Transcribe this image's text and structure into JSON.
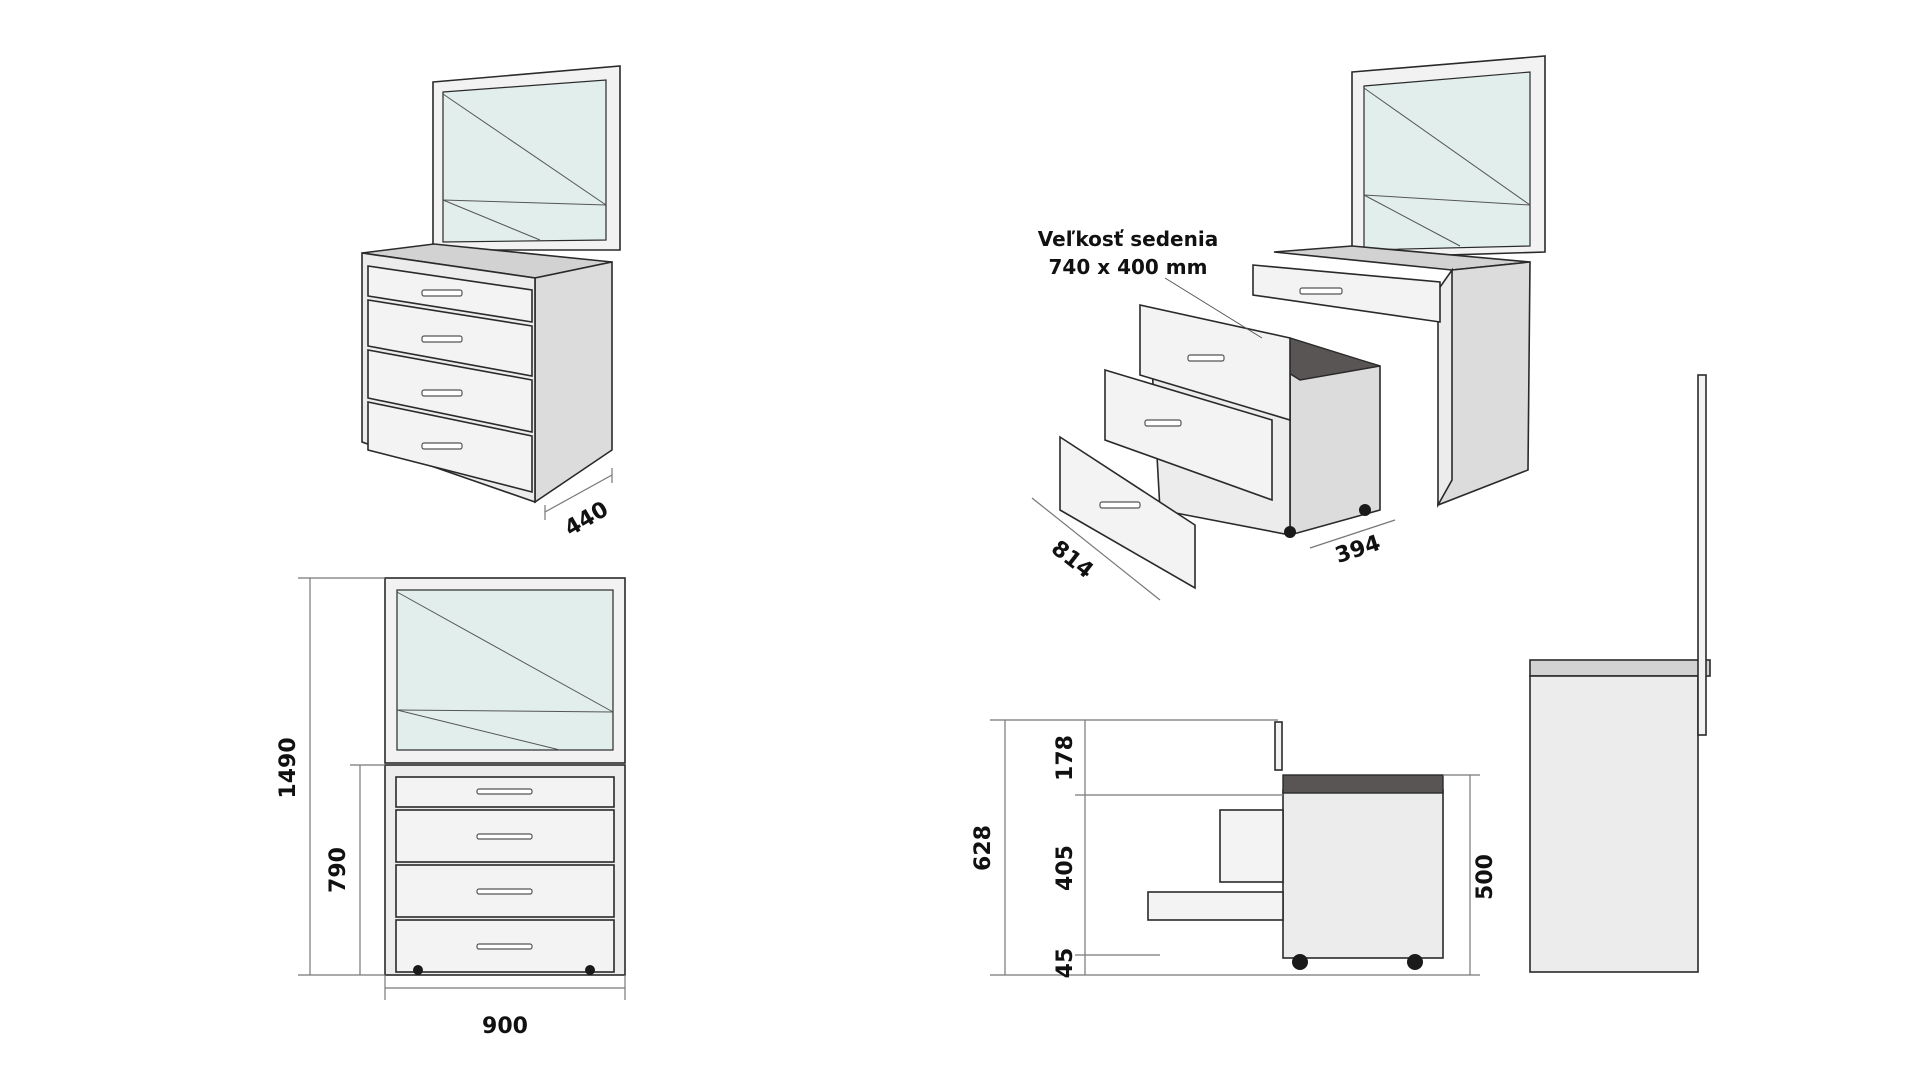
{
  "callout": {
    "line1": "Veľkosť sedenia",
    "line2": "740 x 400 mm"
  },
  "dimensions": {
    "chest_depth": "440",
    "stool_width": "814",
    "stool_depth": "394",
    "total_height": "1490",
    "chest_height": "790",
    "chest_width": "900",
    "side_total": "628",
    "side_back": "178",
    "side_drawers": "405",
    "side_base": "45",
    "side_height": "500"
  }
}
